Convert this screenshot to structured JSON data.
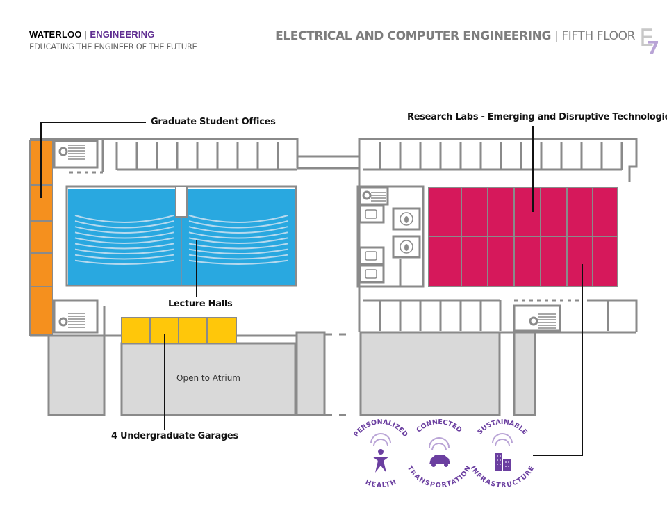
{
  "header": {
    "brand_name": "WATERLOO",
    "brand_separator": "|",
    "brand_faculty": "ENGINEERING",
    "tagline": "EDUCATING THE ENGINEER OF THE FUTURE",
    "title_department": "ELECTRICAL AND COMPUTER ENGINEERING",
    "title_separator": "|",
    "title_floor": "FIFTH FLOOR",
    "building_letter": "E",
    "building_number": "7"
  },
  "labels": {
    "grad_offices": "Graduate Student Offices",
    "research_labs": "Research Labs - Emerging and Disruptive Technologies",
    "lecture_halls": "Lecture Halls",
    "garages": "4 Undergraduate Garages",
    "atrium": "Open to Atrium"
  },
  "themes": [
    {
      "label_top": "PERSONALIZED",
      "label_bottom": "HEALTH",
      "icon": "person-icon"
    },
    {
      "label_top": "CONNECTED",
      "label_bottom": "TRANSPORTATION",
      "icon": "car-icon"
    },
    {
      "label_top": "SUSTAINABLE",
      "label_bottom": "INFRASTRUCTURE",
      "icon": "building-icon"
    }
  ],
  "colors": {
    "brand_purple": "#5f2d91",
    "wall": "#8a8a8a",
    "grad_offices": "#f5901e",
    "lecture_halls": "#29a8e0",
    "research_labs": "#d6185b",
    "garages": "#ffc70a",
    "atrium": "#d9d9d9",
    "theme_purple": "#6b3fa0",
    "theme_lavender": "#b9a4d6"
  }
}
